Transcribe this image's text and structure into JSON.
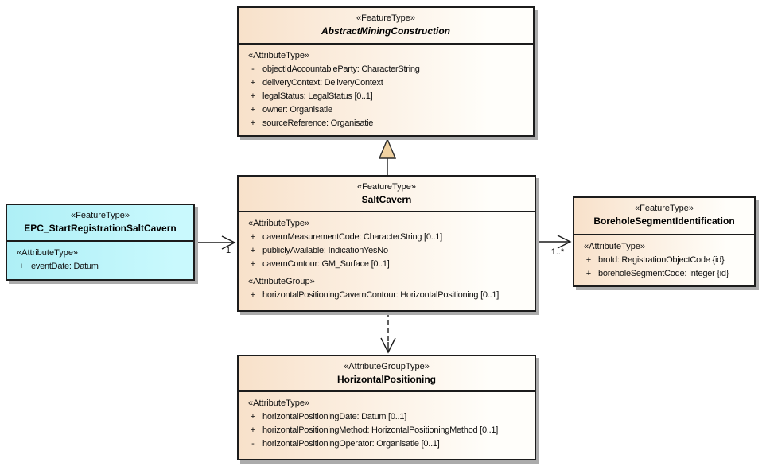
{
  "diagram": {
    "background": "#ffffff",
    "colors": {
      "box_fill_left": "#f8e1ca",
      "box_fill_right": "#fffefa",
      "cyan_fill_left": "#aeeff6",
      "cyan_fill_right": "#c9f9fd",
      "border": "#1c1c1c",
      "shadow": "#ababab",
      "generalization_triangle_fill": "#f0d2a2"
    }
  },
  "boxes": {
    "amc": {
      "stereotype": "«FeatureType»",
      "name": "AbstractMiningConstruction",
      "attr_heading": "«AttributeType»",
      "attrs": [
        {
          "prefix": "-",
          "text": "objectIdAccountableParty: CharacterString"
        },
        {
          "prefix": "+",
          "text": "deliveryContext: DeliveryContext"
        },
        {
          "prefix": "+",
          "text": "legalStatus: LegalStatus [0..1]"
        },
        {
          "prefix": "+",
          "text": "owner: Organisatie"
        },
        {
          "prefix": "+",
          "text": "sourceReference: Organisatie"
        }
      ]
    },
    "salt": {
      "stereotype": "«FeatureType»",
      "name": "SaltCavern",
      "attr_heading": "«AttributeType»",
      "attrs": [
        {
          "prefix": "+",
          "text": "cavernMeasurementCode: CharacterString [0..1]"
        },
        {
          "prefix": "+",
          "text": "publiclyAvailable: IndicationYesNo"
        },
        {
          "prefix": "+",
          "text": "cavernContour: GM_Surface [0..1]"
        }
      ],
      "group_heading": "«AttributeGroup»",
      "group_attrs": [
        {
          "prefix": "+",
          "text": "horizontalPositioningCavernContour: HorizontalPositioning [0..1]"
        }
      ]
    },
    "epc": {
      "stereotype": "«FeatureType»",
      "name": "EPC_StartRegistrationSaltCavern",
      "attr_heading": "«AttributeType»",
      "attrs": [
        {
          "prefix": "+",
          "text": "eventDate: Datum"
        }
      ]
    },
    "bsi": {
      "stereotype": "«FeatureType»",
      "name": "BoreholeSegmentIdentification",
      "attr_heading": "«AttributeType»",
      "attrs": [
        {
          "prefix": "+",
          "text": "broId: RegistrationObjectCode {id}"
        },
        {
          "prefix": "+",
          "text": "boreholeSegmentCode: Integer {id}"
        }
      ]
    },
    "hp": {
      "stereotype": "«AttributeGroupType»",
      "name": "HorizontalPositioning",
      "attr_heading": "«AttributeType»",
      "attrs": [
        {
          "prefix": "+",
          "text": "horizontalPositioningDate: Datum [0..1]"
        },
        {
          "prefix": "+",
          "text": "horizontalPositioningMethod: HorizontalPositioningMethod [0..1]"
        },
        {
          "prefix": "-",
          "text": "horizontalPositioningOperator: Organisatie [0..1]"
        }
      ]
    }
  },
  "connectors": {
    "assoc_left": {
      "multiplicity": "1"
    },
    "assoc_right": {
      "multiplicity": "1..*"
    }
  }
}
